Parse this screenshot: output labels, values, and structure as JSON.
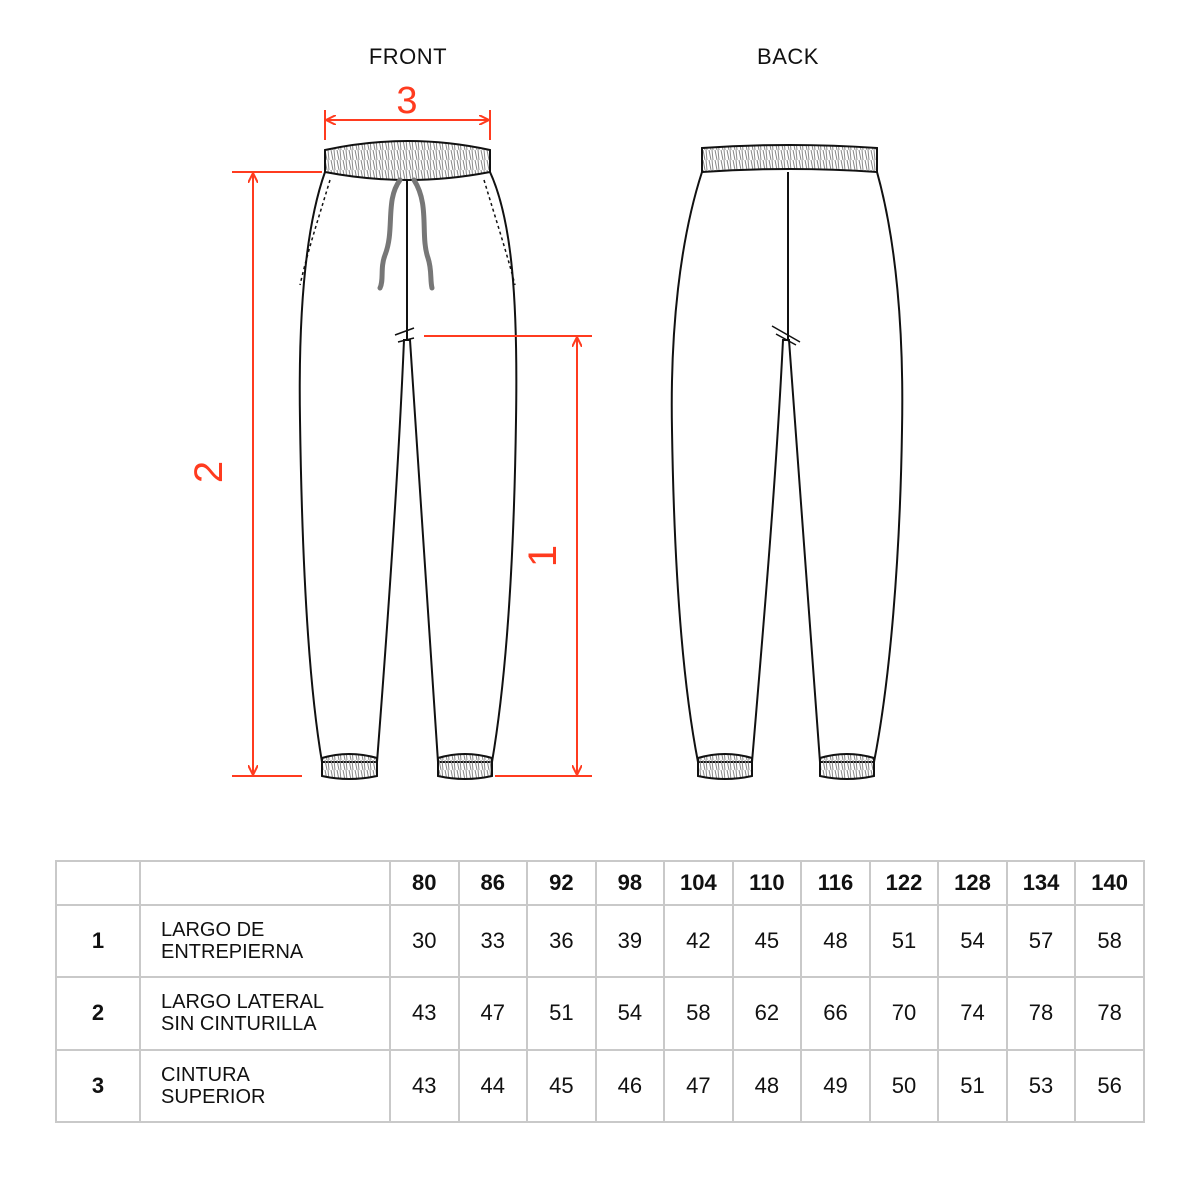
{
  "views": {
    "front": "FRONT",
    "back": "BACK"
  },
  "measure_labels": {
    "m1": "1",
    "m2": "2",
    "m3": "3"
  },
  "colors": {
    "measure": "#ff3b1f",
    "outline": "#111111",
    "grid": "#c9c9c9"
  },
  "table": {
    "sizes": [
      "80",
      "86",
      "92",
      "98",
      "104",
      "110",
      "116",
      "122",
      "128",
      "134",
      "140"
    ],
    "rows": [
      {
        "num": "1",
        "line1": "LARGO DE",
        "line2": "ENTREPIERNA",
        "values": [
          "30",
          "33",
          "36",
          "39",
          "42",
          "45",
          "48",
          "51",
          "54",
          "57",
          "58"
        ]
      },
      {
        "num": "2",
        "line1": "LARGO LATERAL",
        "line2": "SIN CINTURILLA",
        "values": [
          "43",
          "47",
          "51",
          "54",
          "58",
          "62",
          "66",
          "70",
          "74",
          "78",
          "78"
        ]
      },
      {
        "num": "3",
        "line1": "CINTURA",
        "line2": "SUPERIOR",
        "values": [
          "43",
          "44",
          "45",
          "46",
          "47",
          "48",
          "49",
          "50",
          "51",
          "53",
          "56"
        ]
      }
    ]
  }
}
